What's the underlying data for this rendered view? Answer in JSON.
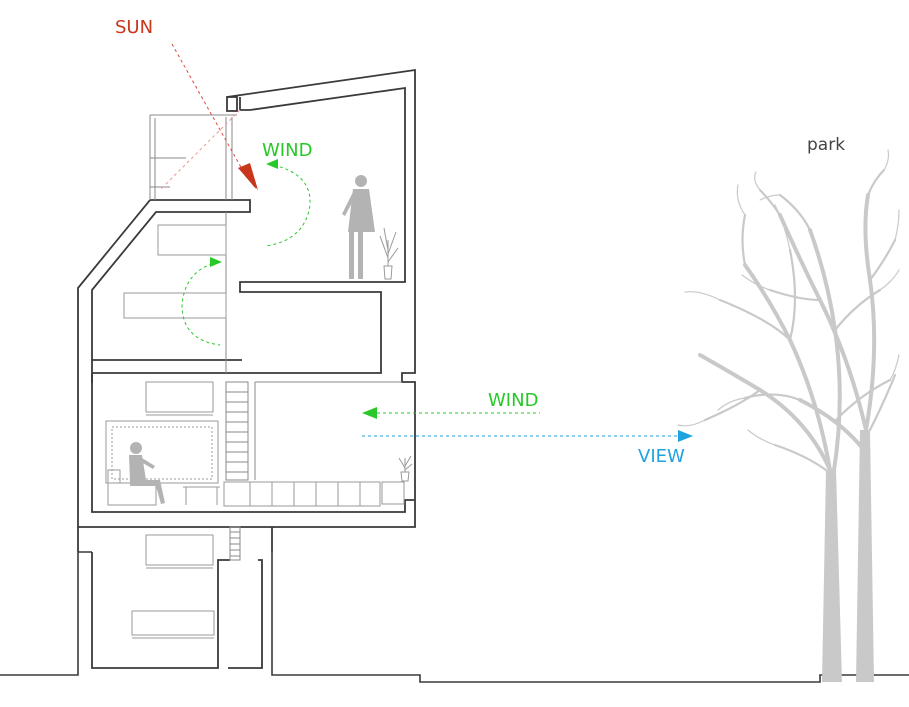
{
  "labels": {
    "sun": "SUN",
    "wind_upper": "WIND",
    "wind_lower": "WIND",
    "view": "VIEW",
    "park": "park"
  },
  "colors": {
    "sun": "#c8361c",
    "wind": "#27c827",
    "view": "#1fa3e0",
    "line": "#3a3a3a",
    "furniture": "#9a9a9a",
    "figure": "#b3b3b3",
    "tree": "#c9c9c9"
  },
  "icons": {
    "sun_arrow": "arrow-icon",
    "wind_arrow": "arrow-icon",
    "view_arrow": "arrow-icon",
    "person": "person-icon",
    "plant": "plant-icon",
    "tree": "tree-icon"
  }
}
